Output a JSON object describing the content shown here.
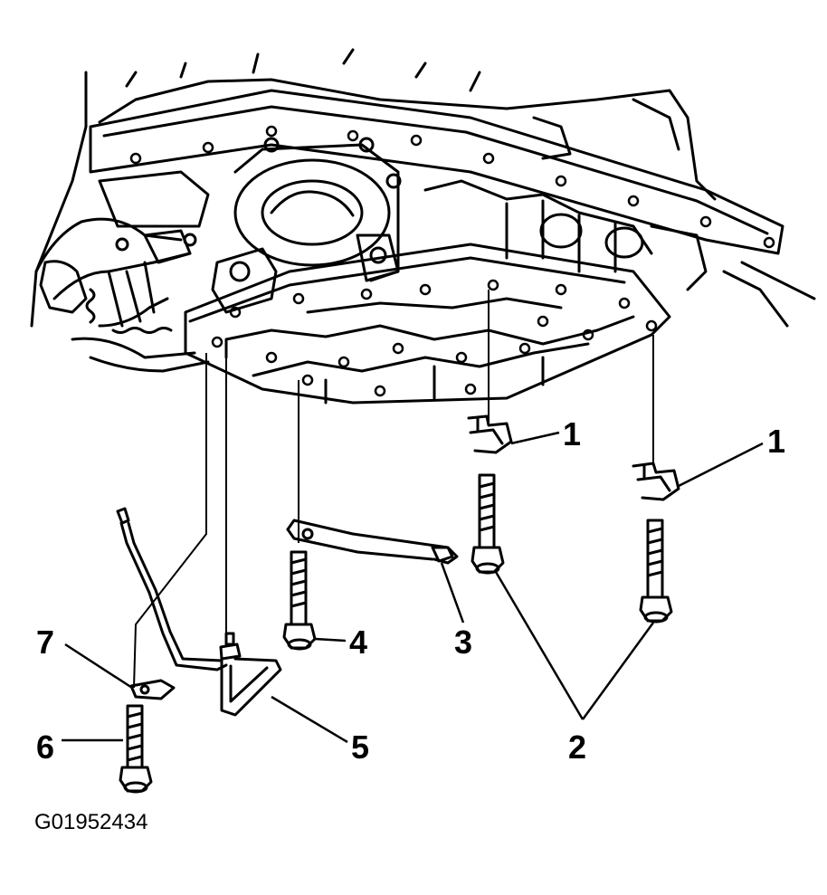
{
  "figure_id": "G01952434",
  "callouts": {
    "c1a": "1",
    "c1b": "1",
    "c2": "2",
    "c3": "3",
    "c4": "4",
    "c5": "5",
    "c6": "6",
    "c7": "7"
  },
  "colors": {
    "ink": "#000000",
    "paper": "#ffffff"
  }
}
